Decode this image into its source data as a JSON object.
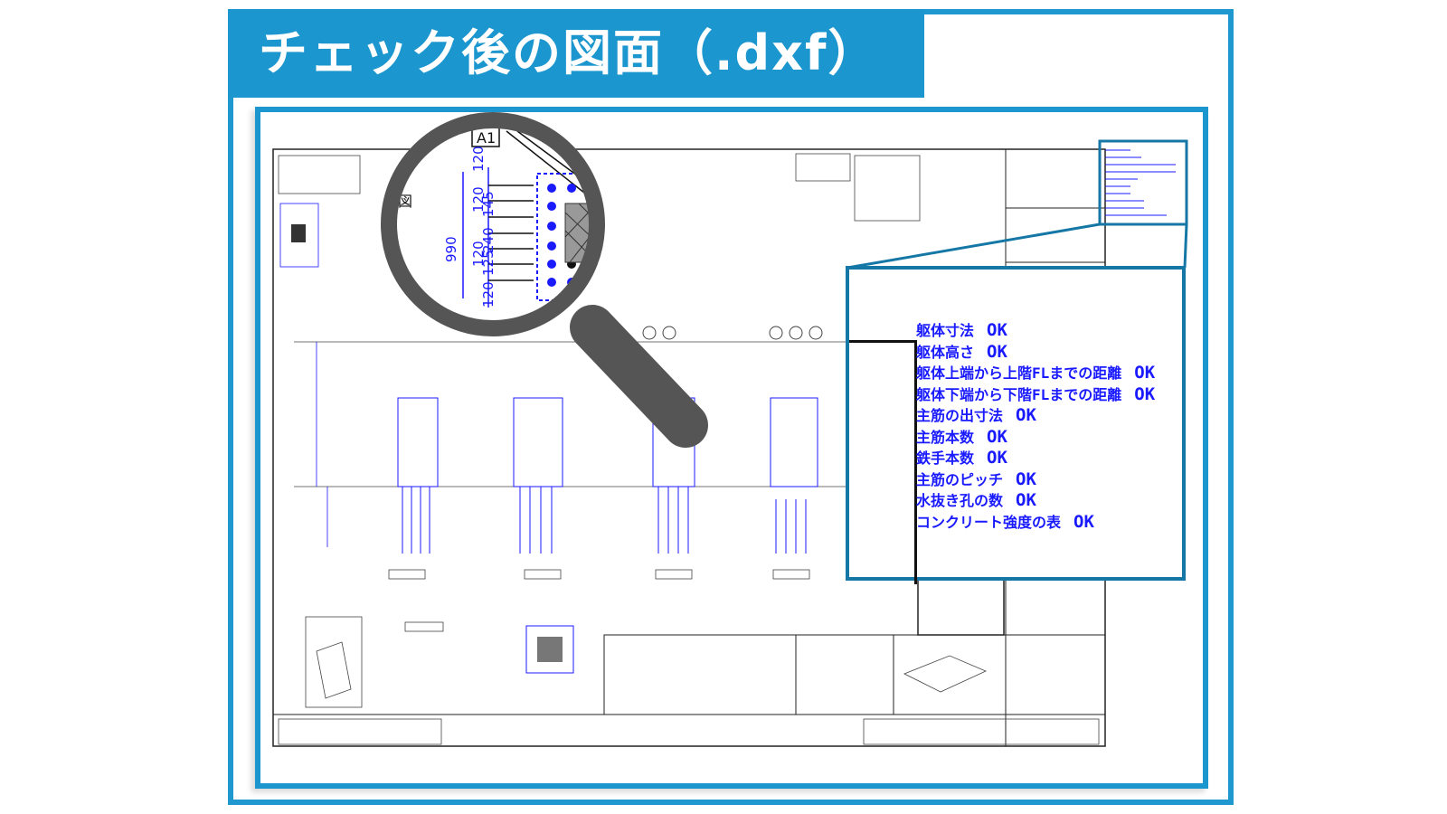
{
  "title": "チェック後の図面（.dxf）",
  "colors": {
    "accent": "#1c96cf",
    "cad_blue": "#1a1aff",
    "magnifier": "#555555"
  },
  "magnifier": {
    "label_box": "A1",
    "glyph": "図",
    "dims": [
      "990",
      "120",
      "120",
      "120",
      "120",
      "240",
      "145",
      "125",
      "120"
    ]
  },
  "checklist": [
    {
      "item": "躯体寸法",
      "result": "OK"
    },
    {
      "item": "躯体高さ",
      "result": "OK"
    },
    {
      "item": "躯体上端から上階FLまでの距離",
      "result": "OK"
    },
    {
      "item": "躯体下端から下階FLまでの距離",
      "result": "OK"
    },
    {
      "item": "主筋の出寸法",
      "result": "OK"
    },
    {
      "item": "主筋本数",
      "result": "OK"
    },
    {
      "item": "鉄手本数",
      "result": "OK"
    },
    {
      "item": "主筋のピッチ",
      "result": "OK"
    },
    {
      "item": "水抜き孔の数",
      "result": "OK"
    },
    {
      "item": "コンクリート強度の表",
      "result": "OK"
    }
  ]
}
